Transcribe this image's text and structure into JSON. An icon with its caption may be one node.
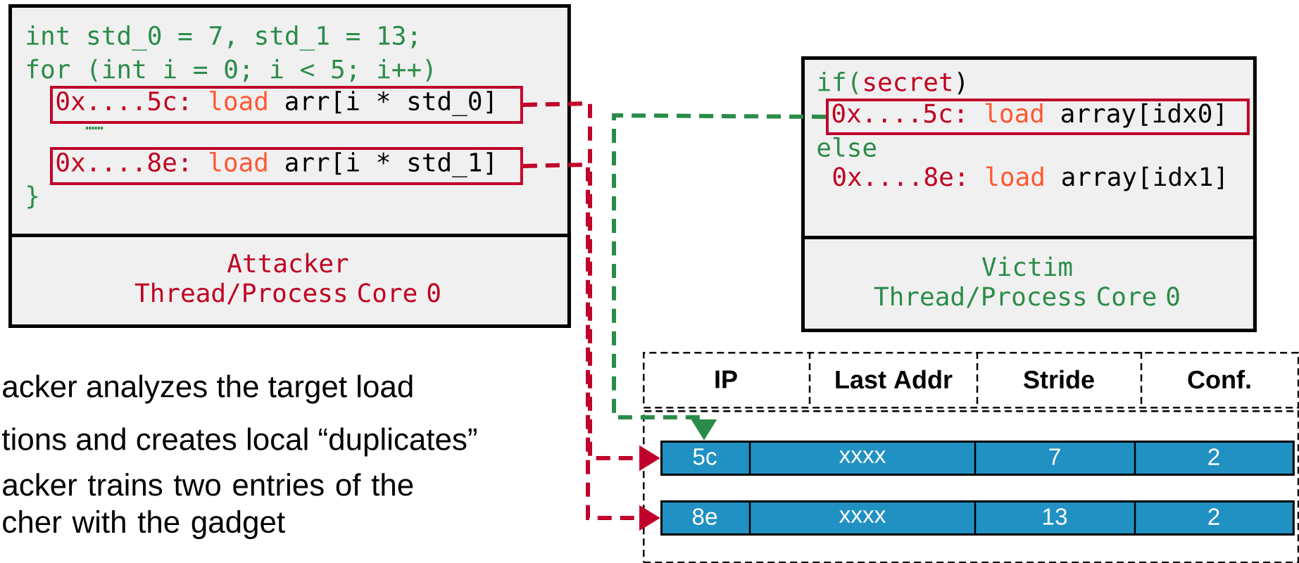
{
  "diagram": {
    "nodes": [
      {
        "text": [
          "int std_0 = 7, std_1 = 13;",
          "for (int i = 0; i < 5; i++)",
          "……",
          "}"
        ]
      },
      {
        "text": [
          "0x....5c:",
          "load",
          "arr[i * std_0]"
        ],
        "in": 0
      },
      {
        "text": [
          "0x....8e:",
          "load",
          "arr[i * std_1]"
        ],
        "in": 0
      },
      {
        "text": [
          "Attacker Thread/Process Core 0"
        ],
        "in": 0
      },
      {
        "text": [
          "if(",
          "secret",
          ")",
          "else",
          "0x....8e:",
          "load",
          "array[idx1]"
        ]
      },
      {
        "text": [
          "0x....5c:",
          "load",
          "array[idx0]"
        ],
        "in": 4
      },
      {
        "text": [
          "Victim Thread/Process Core 0"
        ],
        "in": 4
      },
      {
        "text": [
          "IP",
          "Last Addr",
          "Stride",
          "Conf."
        ]
      },
      {
        "text": [],
        "shape": "box"
      },
      {
        "text": [
          "5c",
          "xxxx",
          "7",
          "2"
        ],
        "in": 8
      },
      {
        "text": [
          "8e",
          "xxxx",
          "13",
          "2"
        ],
        "in": 8
      }
    ],
    "edges": [
      {
        "from": 1,
        "to": 9,
        "arrow": "to",
        "style": "dashed"
      },
      {
        "from": 2,
        "to": 10,
        "arrow": "to",
        "style": "dashed"
      },
      {
        "from": 5,
        "to": 9,
        "arrow": "to",
        "style": "dashed",
        "color": "#2a8c48"
      }
    ],
    "labels": [
      "acker analyzes the target load",
      "tions and creates local “duplicates”",
      "acker trains two entries of the cher with the gadget"
    ]
  }
}
